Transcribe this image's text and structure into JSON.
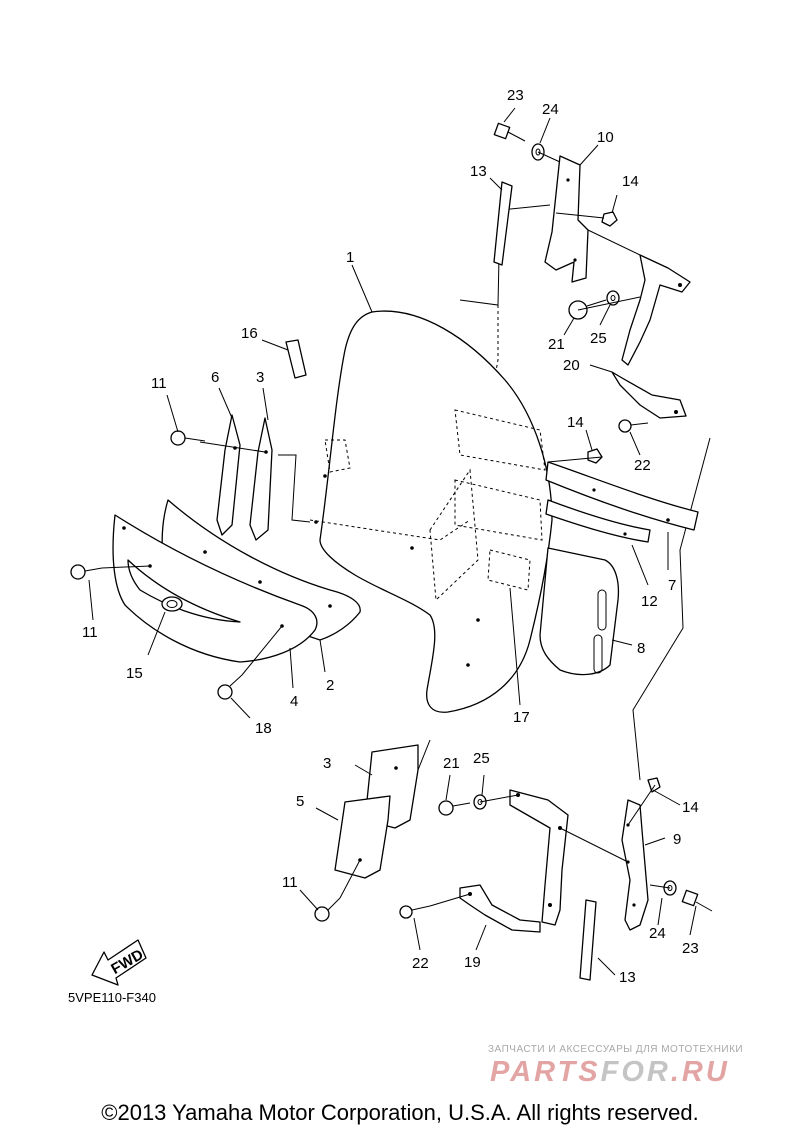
{
  "diagram": {
    "callouts": [
      {
        "id": "c1",
        "text": "1"
      },
      {
        "id": "c2",
        "text": "2"
      },
      {
        "id": "c3a",
        "text": "3"
      },
      {
        "id": "c3b",
        "text": "3"
      },
      {
        "id": "c4",
        "text": "4"
      },
      {
        "id": "c5",
        "text": "5"
      },
      {
        "id": "c6",
        "text": "6"
      },
      {
        "id": "c7",
        "text": "7"
      },
      {
        "id": "c8",
        "text": "8"
      },
      {
        "id": "c9",
        "text": "9"
      },
      {
        "id": "c10",
        "text": "10"
      },
      {
        "id": "c11a",
        "text": "11"
      },
      {
        "id": "c11b",
        "text": "11"
      },
      {
        "id": "c11c",
        "text": "11"
      },
      {
        "id": "c12",
        "text": "12"
      },
      {
        "id": "c13a",
        "text": "13"
      },
      {
        "id": "c13b",
        "text": "13"
      },
      {
        "id": "c14a",
        "text": "14"
      },
      {
        "id": "c14b",
        "text": "14"
      },
      {
        "id": "c14c",
        "text": "14"
      },
      {
        "id": "c15",
        "text": "15"
      },
      {
        "id": "c16",
        "text": "16"
      },
      {
        "id": "c17",
        "text": "17"
      },
      {
        "id": "c18",
        "text": "18"
      },
      {
        "id": "c19",
        "text": "19"
      },
      {
        "id": "c20",
        "text": "20"
      },
      {
        "id": "c21a",
        "text": "21"
      },
      {
        "id": "c21b",
        "text": "21"
      },
      {
        "id": "c22a",
        "text": "22"
      },
      {
        "id": "c22b",
        "text": "22"
      },
      {
        "id": "c23a",
        "text": "23"
      },
      {
        "id": "c23b",
        "text": "23"
      },
      {
        "id": "c24a",
        "text": "24"
      },
      {
        "id": "c24b",
        "text": "24"
      },
      {
        "id": "c25a",
        "text": "25"
      },
      {
        "id": "c25b",
        "text": "25"
      }
    ],
    "fwd_label": "FWD",
    "doc_code": "5VPE110-F340"
  },
  "watermark": {
    "tagline": "ЗАПЧАСТИ И АКСЕССУАРЫ ДЛЯ МОТОТЕХНИКИ",
    "logo_part1": "PARTS",
    "logo_part2": "FOR",
    "logo_part3": ".RU"
  },
  "copyright": "©2013 Yamaha Motor Corporation, U.S.A. All rights reserved."
}
